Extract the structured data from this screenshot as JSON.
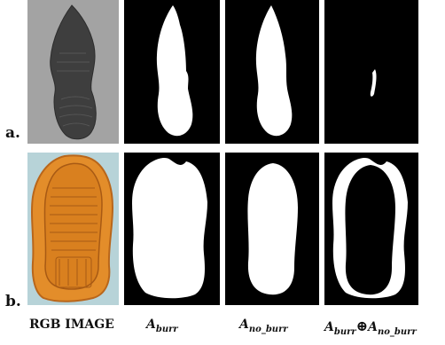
{
  "row_labels": [
    "a.",
    "b."
  ],
  "column_labels": {
    "rgb": "RGB IMAGE",
    "burr_main": "A",
    "burr_sub": "burr",
    "noburr_main": "A",
    "noburr_sub": "no_burr",
    "xor_left_main": "A",
    "xor_left_sub": "burr",
    "xor_operator": "⊕",
    "xor_right_main": "A",
    "xor_right_sub": "no_burr"
  },
  "colors": {
    "mask_background": "#000000",
    "mask_foreground": "#ffffff",
    "gray_background": "#a3a3a3",
    "sole_dark": "#3e3e3e",
    "rgb_background": "#b7d3d8",
    "sole_orange": "#e38d2a"
  }
}
